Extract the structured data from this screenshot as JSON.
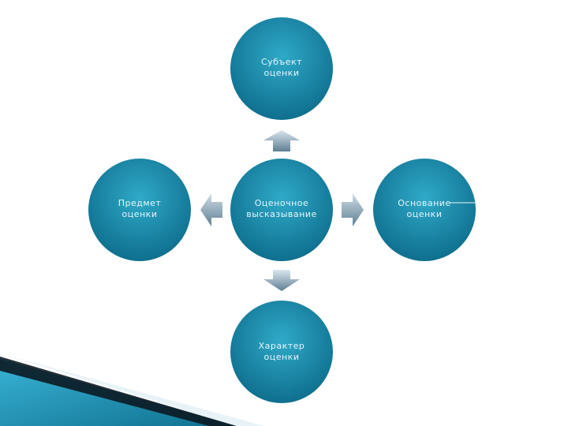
{
  "diagram": {
    "center": {
      "line1": "Оценочное",
      "line2": "высказывание"
    },
    "top": {
      "line1": "Субъект",
      "line2": "оценки"
    },
    "left": {
      "line1": "Предмет",
      "line2": "оценки"
    },
    "right": {
      "line1": "Основание",
      "line2": "оценки"
    },
    "bottom": {
      "line1": "Характер",
      "line2": "оценки"
    }
  },
  "colors": {
    "node_light": "#2fa9c8",
    "node_dark": "#0f6f8e",
    "arrow_light": "#cfdde6",
    "arrow_dark": "#5f7f93",
    "corner_teal": "#1c8fb3",
    "corner_dark": "#0b1a22"
  }
}
